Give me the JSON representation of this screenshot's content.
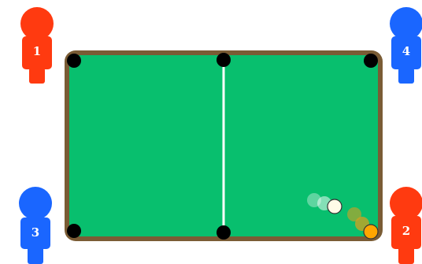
{
  "game": {
    "colors": {
      "table_frame": "#7a5c35",
      "table_felt": "#08bf6e",
      "pocket": "#000000",
      "center_line": "#ffffff",
      "team_red": "#ff3a10",
      "team_blue": "#1a66ff",
      "cue_ball": "#fffbe8",
      "object_ball": "#ffa500"
    },
    "players": [
      {
        "label": "1",
        "team": "red",
        "corner": "top-left"
      },
      {
        "label": "4",
        "team": "blue",
        "corner": "top-right"
      },
      {
        "label": "3",
        "team": "blue",
        "corner": "bottom-left"
      },
      {
        "label": "2",
        "team": "red",
        "corner": "bottom-right"
      }
    ],
    "balls": {
      "cue": "cue-ball",
      "object": "orange-ball"
    }
  }
}
